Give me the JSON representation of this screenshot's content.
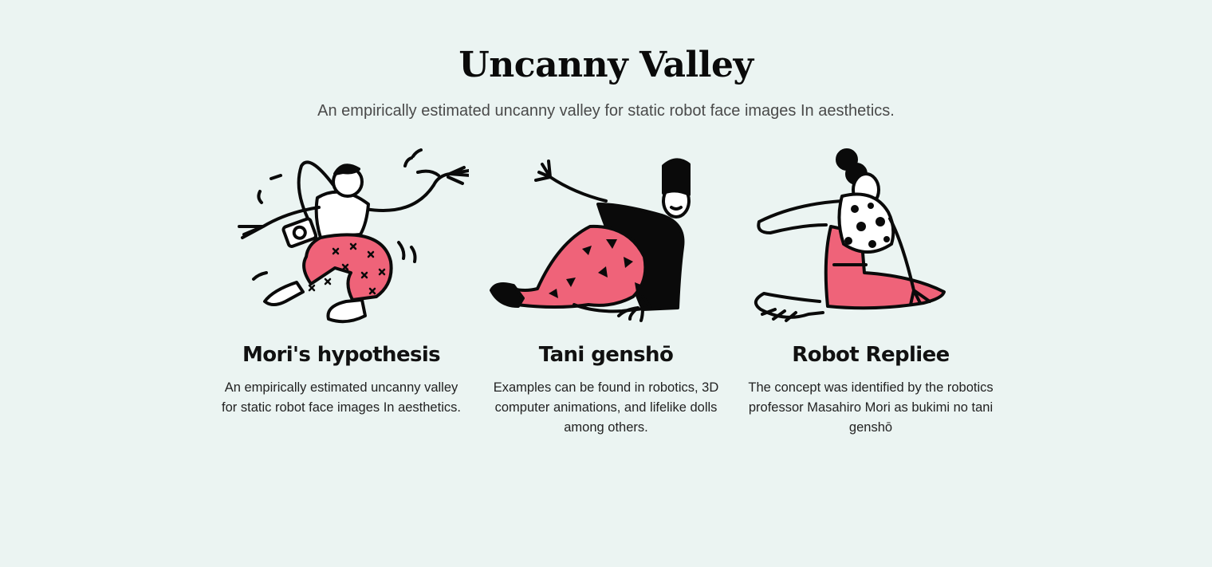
{
  "header": {
    "title": "Uncanny Valley",
    "subtitle": "An empirically estimated uncanny valley for static robot face images In aesthetics."
  },
  "colors": {
    "background": "#ebf4f2",
    "accent_pink": "#ef6379",
    "ink": "#0a0a0a"
  },
  "cards": [
    {
      "illustration": "dancing-person-with-radio-illustration",
      "title": "Mori's hypothesis",
      "text": "An empirically estimated uncanny valley for static robot face images In aesthetics."
    },
    {
      "illustration": "reclining-person-waving-illustration",
      "title": "Tani genshō",
      "text": "Examples can be found in robotics, 3D computer animations, and lifelike dolls among others."
    },
    {
      "illustration": "sitting-woman-leaning-illustration",
      "title": "Robot Repliee",
      "text": "The concept was identified by the robotics professor Masahiro Mori as bukimi no tani genshō"
    }
  ]
}
